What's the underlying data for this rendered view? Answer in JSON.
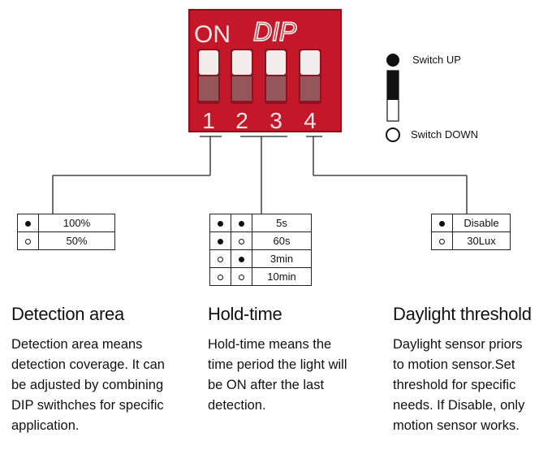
{
  "dip_switch": {
    "label_on": "ON",
    "label_brand": "DIP",
    "numbers": [
      "1",
      "2",
      "3",
      "4"
    ],
    "body_color": "#c4172a"
  },
  "legend": {
    "up_label": "Switch UP",
    "down_label": "Switch DOWN"
  },
  "detection_table": {
    "rows": [
      {
        "state": "up",
        "value": "100%"
      },
      {
        "state": "down",
        "value": "50%"
      }
    ]
  },
  "holdtime_table": {
    "rows": [
      {
        "states": [
          "up",
          "up"
        ],
        "value": "5s"
      },
      {
        "states": [
          "up",
          "down"
        ],
        "value": "60s"
      },
      {
        "states": [
          "down",
          "up"
        ],
        "value": "3min"
      },
      {
        "states": [
          "down",
          "down"
        ],
        "value": "10min"
      }
    ]
  },
  "daylight_table": {
    "rows": [
      {
        "state": "up",
        "value": "Disable"
      },
      {
        "state": "down",
        "value": "30Lux"
      }
    ]
  },
  "sections": {
    "detection": {
      "title": "Detection area",
      "lines": [
        "Detection area means",
        "detection coverage. It can",
        "be adjusted by combining",
        "DIP swithches for specific",
        "application."
      ]
    },
    "holdtime": {
      "title": "Hold-time",
      "lines": [
        "Hold-time means the",
        "time period the light will",
        "be ON after the last",
        "detection."
      ]
    },
    "daylight": {
      "title": "Daylight threshold",
      "lines": [
        "Daylight sensor priors",
        "to motion sensor.Set",
        "threshold for specific",
        "needs. If Disable, only",
        "motion sensor works."
      ]
    }
  }
}
